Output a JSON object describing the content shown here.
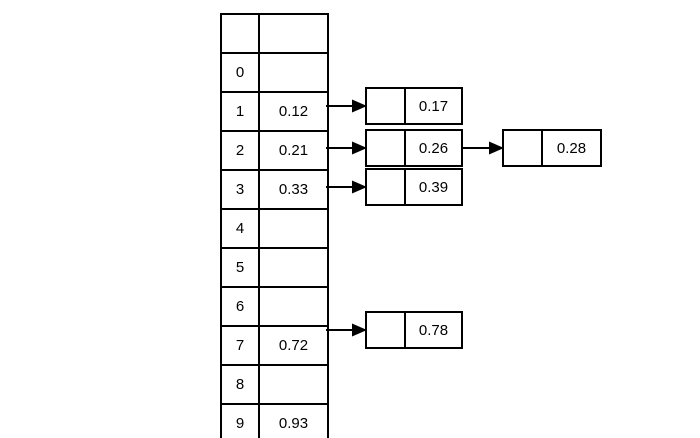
{
  "diagram": {
    "title": "hash-table-with-separate-chaining",
    "colors": {
      "stroke": "#000000",
      "background": "#ffffff",
      "text": "#000000"
    },
    "bucket_table": {
      "header": {
        "index_label": "",
        "value_label": ""
      },
      "rows": [
        {
          "index": "0",
          "value": ""
        },
        {
          "index": "1",
          "value": "0.12"
        },
        {
          "index": "2",
          "value": "0.21"
        },
        {
          "index": "3",
          "value": "0.33"
        },
        {
          "index": "4",
          "value": ""
        },
        {
          "index": "5",
          "value": ""
        },
        {
          "index": "6",
          "value": ""
        },
        {
          "index": "7",
          "value": "0.72"
        },
        {
          "index": "8",
          "value": ""
        },
        {
          "index": "9",
          "value": "0.93"
        }
      ]
    },
    "chain_nodes": [
      {
        "id": "node-0-17",
        "pointer": "",
        "value": "0.17",
        "from_bucket": "1"
      },
      {
        "id": "node-0-26",
        "pointer": "",
        "value": "0.26",
        "from_bucket": "2"
      },
      {
        "id": "node-0-39",
        "pointer": "",
        "value": "0.39",
        "from_bucket": "3"
      },
      {
        "id": "node-0-28",
        "pointer": "",
        "value": "0.28",
        "from_bucket": "2"
      },
      {
        "id": "node-0-78",
        "pointer": "",
        "value": "0.78",
        "from_bucket": "7"
      }
    ],
    "arrows": [
      {
        "id": "arrow-bucket1-to-017",
        "from": "bucket-row-1",
        "to": "node-0-17"
      },
      {
        "id": "arrow-bucket2-to-026",
        "from": "bucket-row-2",
        "to": "node-0-26"
      },
      {
        "id": "arrow-bucket3-to-039",
        "from": "bucket-row-3",
        "to": "node-0-39"
      },
      {
        "id": "arrow-026-to-028",
        "from": "node-0-26",
        "to": "node-0-28"
      },
      {
        "id": "arrow-bucket7-to-078",
        "from": "bucket-row-7",
        "to": "node-0-78"
      }
    ]
  }
}
